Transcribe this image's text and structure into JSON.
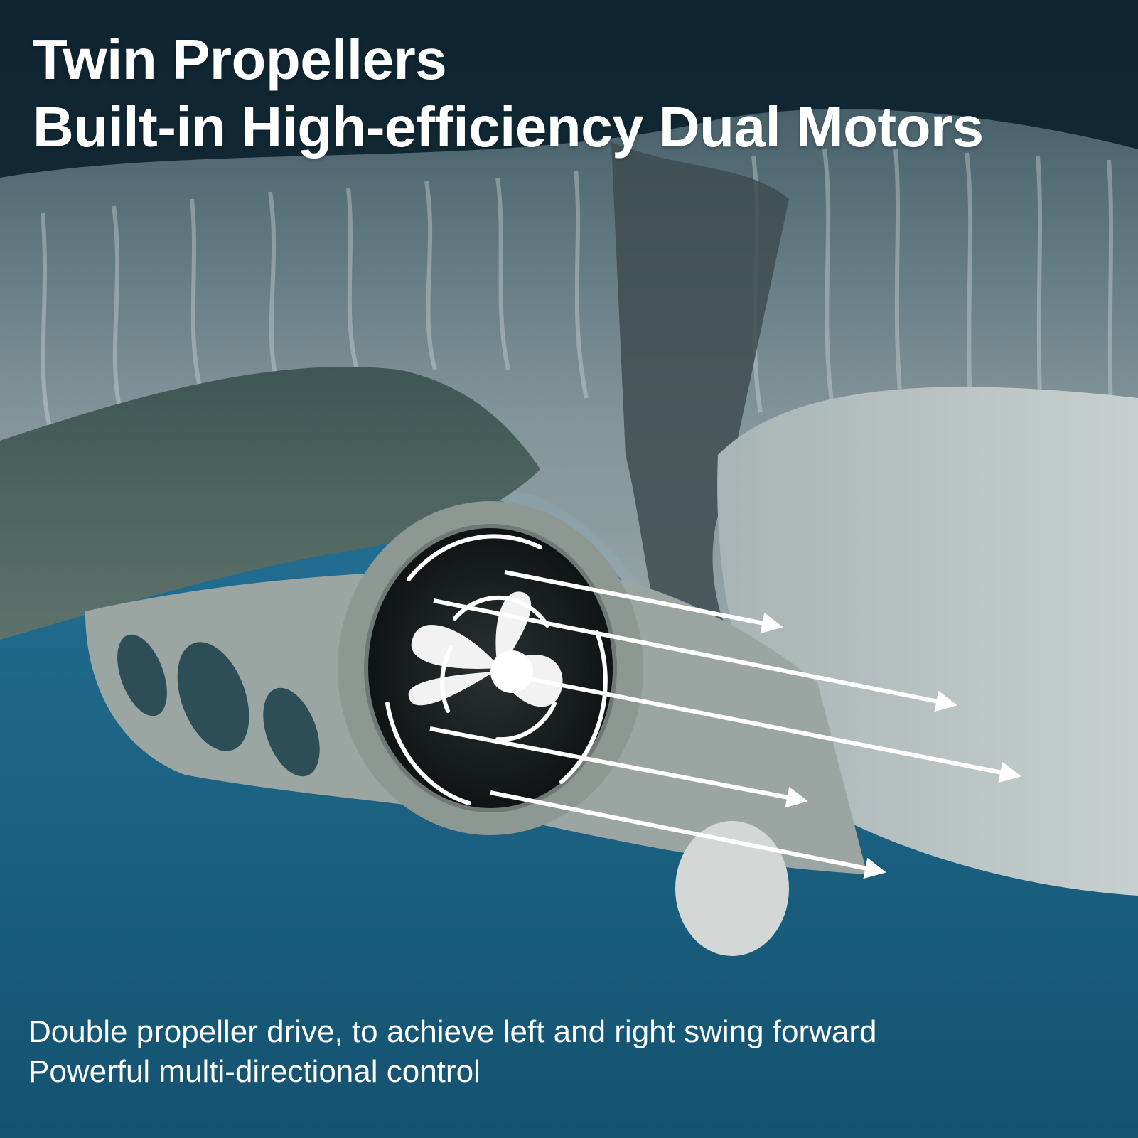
{
  "headline": {
    "line1": "Twin Propellers",
    "line2": "Built-in High-efficiency Dual Motors"
  },
  "caption": {
    "line1": "Double propeller drive, to achieve left and right swing forward",
    "line2": "Powerful multi-directional control"
  },
  "colors": {
    "water_deep": "#0f4f73",
    "water_light": "#2e7fa3",
    "body_grey": "#9aa7a8",
    "text": "#ffffff"
  }
}
